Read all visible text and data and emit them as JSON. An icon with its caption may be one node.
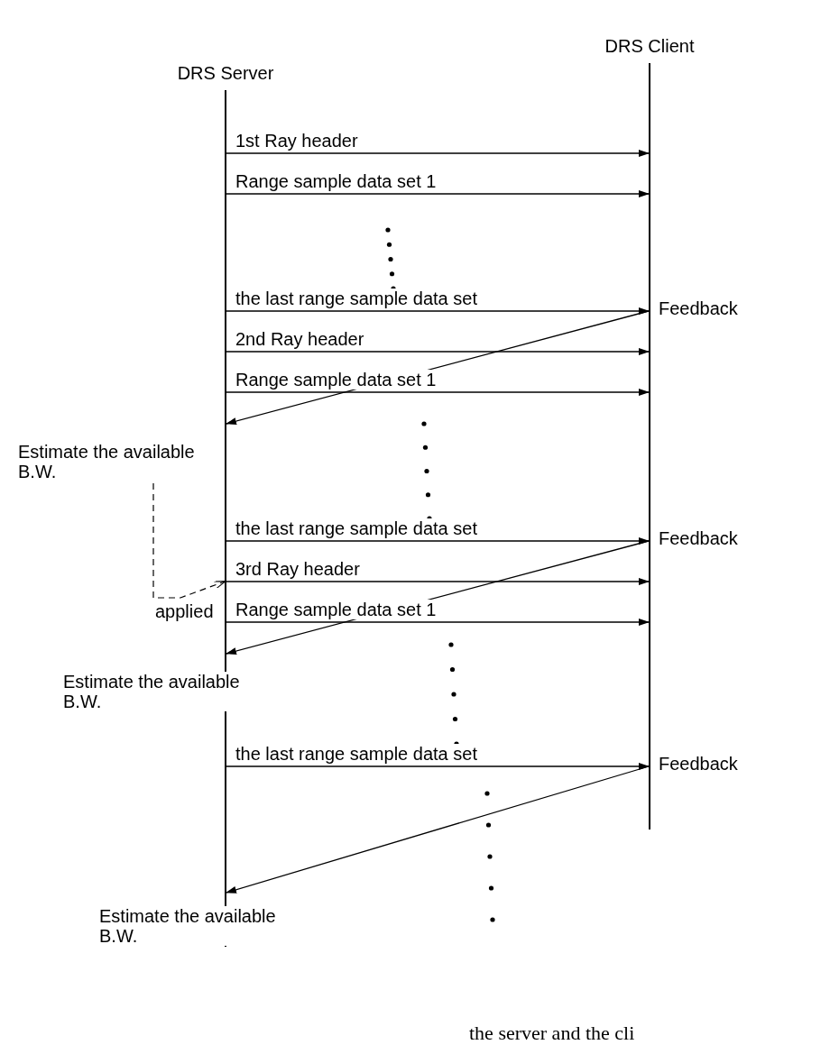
{
  "diagram": {
    "nodes": [
      {
        "text": [
          "DRS Server"
        ]
      },
      {
        "text": [
          "DRS Client"
        ]
      },
      {
        "text": [
          "Estimate the available B.W."
        ]
      }
    ],
    "edges": [
      {
        "from": 0,
        "to": 1,
        "arrow": "to",
        "label": "1st Ray header"
      },
      {
        "from": 0,
        "to": 1,
        "arrow": "to",
        "label": "Range sample data set 1"
      },
      {
        "from": 0,
        "to": 1,
        "arrow": "to",
        "label": "the last range sample data set"
      },
      {
        "from": 1,
        "to": 0,
        "arrow": "to",
        "label": "Feedback"
      },
      {
        "from": 0,
        "to": 1,
        "arrow": "to",
        "label": "2nd Ray header"
      },
      {
        "from": 0,
        "to": 1,
        "arrow": "to",
        "label": "Range sample data set 1"
      },
      {
        "from": 0,
        "to": 1,
        "arrow": "to",
        "label": "the last range sample data set"
      },
      {
        "from": 1,
        "to": 0,
        "arrow": "to",
        "label": "Feedback"
      },
      {
        "from": 2,
        "to": 0,
        "arrow": "to",
        "label": "applied",
        "style": "dashed"
      },
      {
        "from": 0,
        "to": 1,
        "arrow": "to",
        "label": "3rd Ray header"
      },
      {
        "from": 0,
        "to": 1,
        "arrow": "to",
        "label": "Range sample data set 1"
      },
      {
        "from": 0,
        "to": 1,
        "arrow": "to",
        "label": "the last range sample data set"
      },
      {
        "from": 1,
        "to": 0,
        "arrow": "to",
        "label": "Feedback"
      }
    ],
    "labels": [
      "Estimate the available B.W.",
      "Estimate the available B.W.",
      "the server and the cli"
    ]
  }
}
